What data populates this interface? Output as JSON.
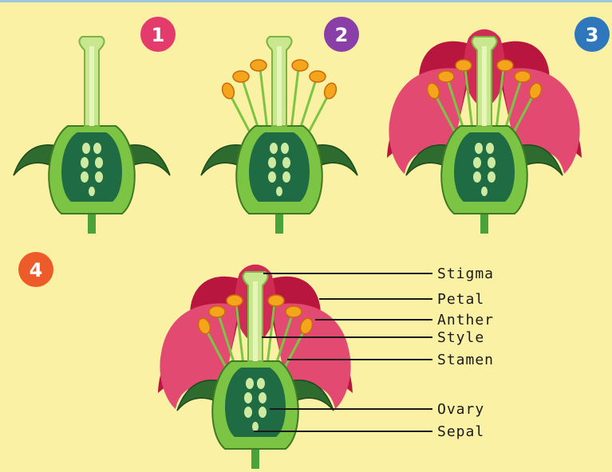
{
  "badges": [
    {
      "text": "1",
      "color": "#e43b6d"
    },
    {
      "text": "2",
      "color": "#8a3fa8"
    },
    {
      "text": "3",
      "color": "#2f77bd"
    },
    {
      "text": "4",
      "color": "#ee5b2a"
    }
  ],
  "labels": {
    "stigma": "Stigma",
    "petal": "Petal",
    "anther": "Anther",
    "style": "Style",
    "stamen": "Stamen",
    "ovary": "Ovary",
    "sepal": "Sepal"
  },
  "colors": {
    "background": "#fbf1a4",
    "sepal_dark": "#2e6b2e",
    "receptacle": "#7cc544",
    "ovary": "#1f6b43",
    "style": "#c9e78f",
    "petal": "#e24a72",
    "petal_dark": "#b8163e",
    "anther": "#f4a51c"
  }
}
